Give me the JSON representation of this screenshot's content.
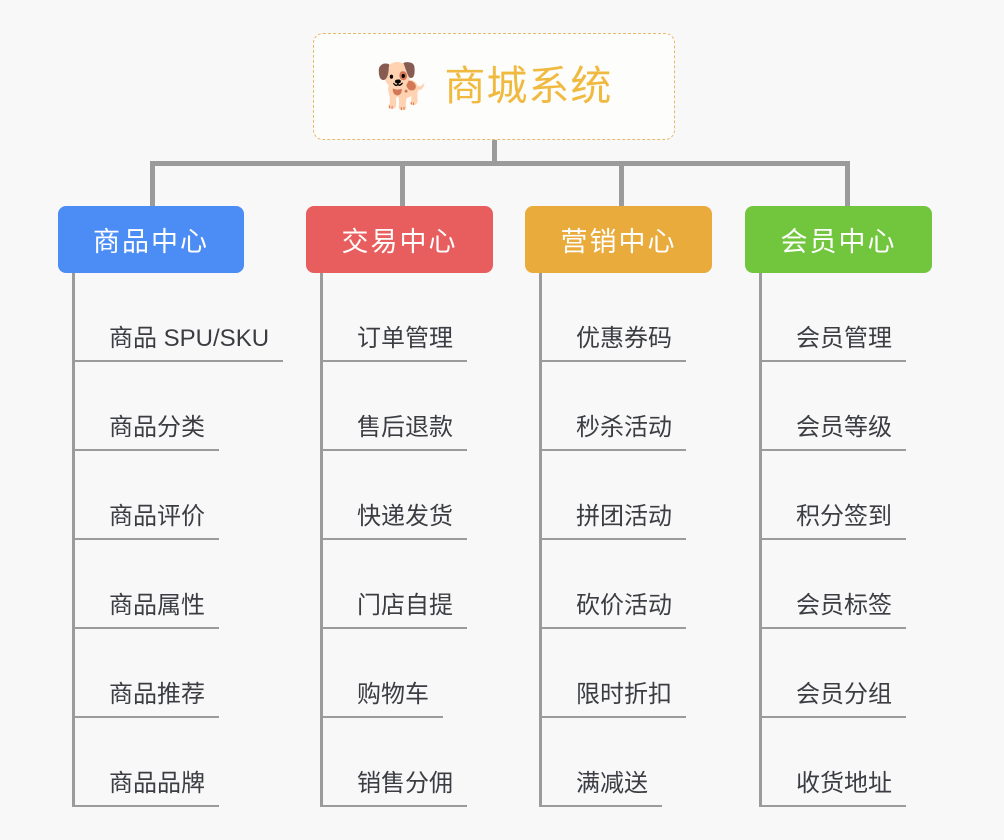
{
  "background_color": "#f8f8f8",
  "root": {
    "icon": "shiba-dog-emoji",
    "emoji": "🐕",
    "title": "商城系统",
    "text_color": "#f0b93f",
    "border_color": "#e8b96a"
  },
  "connector_color": "#9b9b9b",
  "branches": [
    {
      "label": "商品中心",
      "color": "#4b8cf5",
      "items": [
        "商品 SPU/SKU",
        "商品分类",
        "商品评价",
        "商品属性",
        "商品推荐",
        "商品品牌"
      ]
    },
    {
      "label": "交易中心",
      "color": "#e85d5d",
      "items": [
        "订单管理",
        "售后退款",
        "快递发货",
        "门店自提",
        "购物车",
        "销售分佣"
      ]
    },
    {
      "label": "营销中心",
      "color": "#e8ab3c",
      "items": [
        "优惠券码",
        "秒杀活动",
        "拼团活动",
        "砍价活动",
        "限时折扣",
        "满减送"
      ]
    },
    {
      "label": "会员中心",
      "color": "#72c63e",
      "items": [
        "会员管理",
        "会员等级",
        "积分签到",
        "会员标签",
        "会员分组",
        "收货地址"
      ]
    }
  ]
}
